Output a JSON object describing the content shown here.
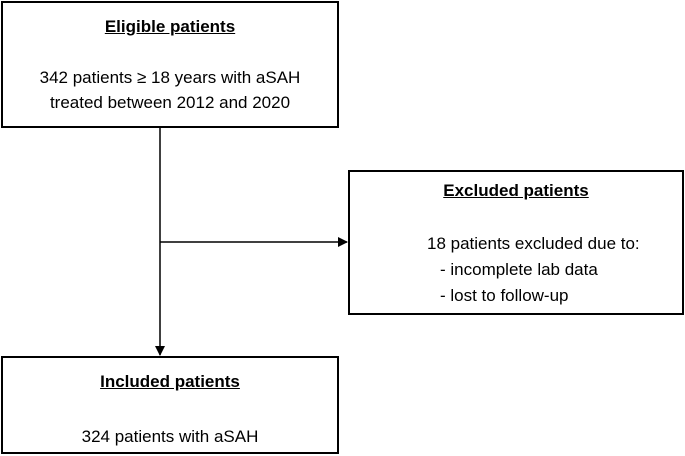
{
  "eligible": {
    "title": "Eligible patients",
    "lines": [
      "342 patients ≥ 18 years with aSAH",
      "treated between 2012 and 2020"
    ]
  },
  "excluded": {
    "title": "Excluded patients",
    "lead": "18 patients excluded due to:",
    "reasons": [
      "- incomplete lab data",
      "- lost to follow-up"
    ]
  },
  "included": {
    "title": "Included patients",
    "lines": [
      "324 patients with aSAH"
    ]
  }
}
